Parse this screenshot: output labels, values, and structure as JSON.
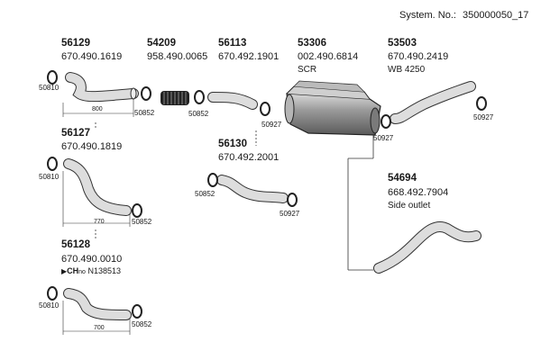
{
  "system": {
    "label": "System. No.:",
    "number": "350000050_17"
  },
  "parts": [
    {
      "code": "56129",
      "number": "670.490.1619",
      "clamp_left": "50810",
      "clamp_right": "50852",
      "dimension": "800"
    },
    {
      "code": "54209",
      "number": "958.490.0065"
    },
    {
      "code": "56113",
      "number": "670.492.1901",
      "clamp": "50852"
    },
    {
      "code": "53306",
      "number": "002.490.6814",
      "note": "SCR",
      "clamp": "50927"
    },
    {
      "code": "53503",
      "number": "670.490.2419",
      "note": "WB 4250",
      "clamp_left": "50927",
      "clamp_right": "50927"
    },
    {
      "code": "56127",
      "number": "670.490.1819",
      "clamp_left": "50810",
      "clamp_right": "50852",
      "dimension": "770"
    },
    {
      "code": "56130",
      "number": "670.492.2001",
      "clamp_left": "50852",
      "clamp_right": "50927"
    },
    {
      "code": "54694",
      "number": "668.492.7904",
      "note": "Side outlet"
    },
    {
      "code": "56128",
      "number": "670.490.0010",
      "variant": "N138513",
      "variant_prefix": "CH",
      "variant_sub": "no",
      "clamp_left": "50810",
      "clamp_right": "50852",
      "dimension": "700"
    }
  ]
}
